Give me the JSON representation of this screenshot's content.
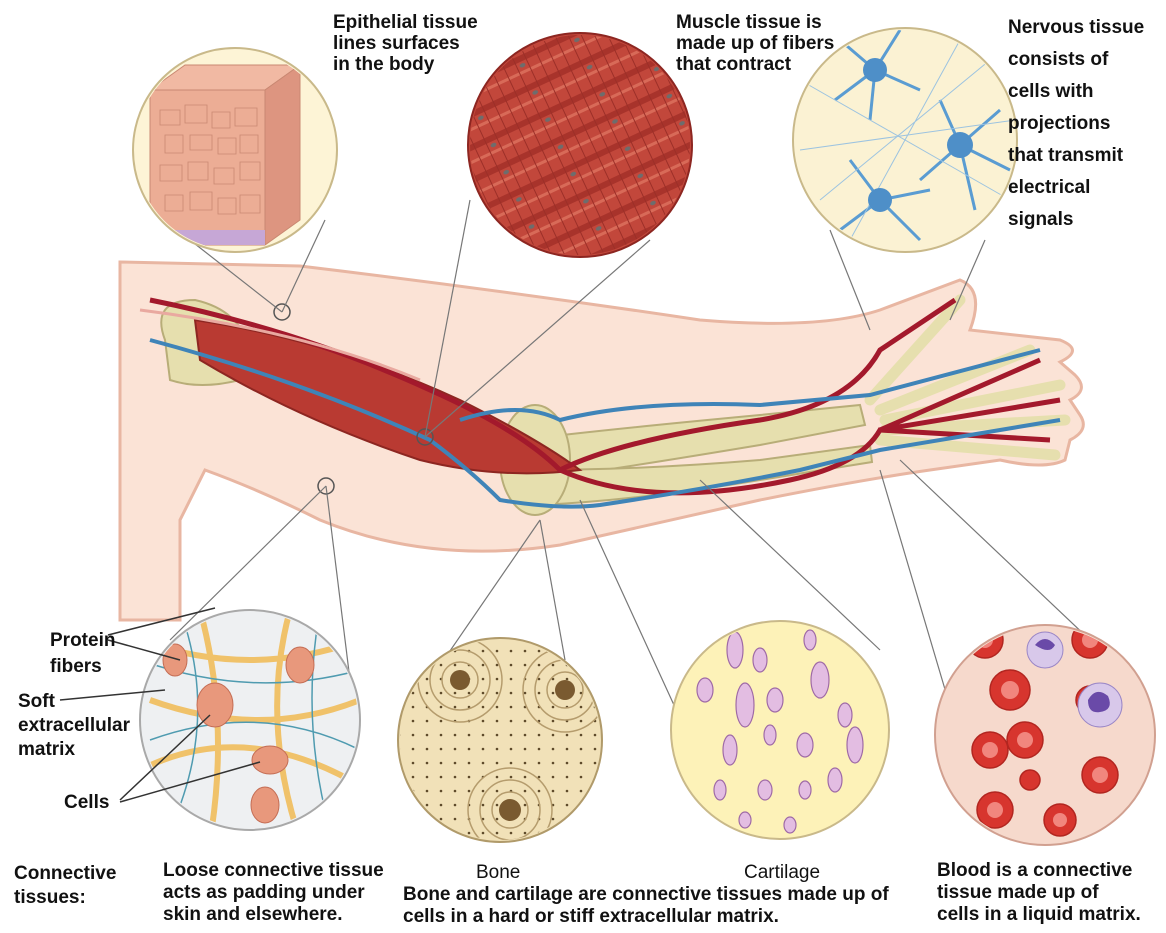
{
  "colors": {
    "skin": "#fbe3d6",
    "skin_edge": "#e8b6a2",
    "muscle": "#b93a32",
    "bone": "#e6dfae",
    "artery": "#a3192c",
    "vein": "#3f84b8",
    "blood_bg": "#f6d9cc",
    "cartilage_bg": "#fdf2b8",
    "neuron": "#5a9cd2",
    "text": "#111111"
  },
  "labels": {
    "epithelial": [
      "Epithelial tissue",
      "lines surfaces",
      "in the body"
    ],
    "muscle": [
      "Muscle tissue is",
      "made up of fibers",
      "that contract"
    ],
    "nervous": [
      "Nervous tissue",
      "consists of",
      "cells with",
      "projections",
      "that transmit",
      "electrical",
      "signals"
    ],
    "protein_fibers": [
      "Protein",
      "fibers"
    ],
    "soft_matrix": [
      "Soft",
      "extracellular",
      "matrix"
    ],
    "cells": "Cells",
    "connective_tissues": [
      "Connective",
      "tissues:"
    ],
    "loose_connective": [
      "Loose connective tissue",
      "acts as padding under",
      "skin and elsewhere."
    ],
    "bone": "Bone",
    "cartilage": "Cartilage",
    "bone_cartilage_caption": [
      "Bone and cartilage are connective tissues made up of",
      "cells in a hard or stiff extracellular matrix."
    ],
    "blood": [
      "Blood is a connective",
      "tissue made up of",
      "cells in a liquid matrix."
    ]
  }
}
